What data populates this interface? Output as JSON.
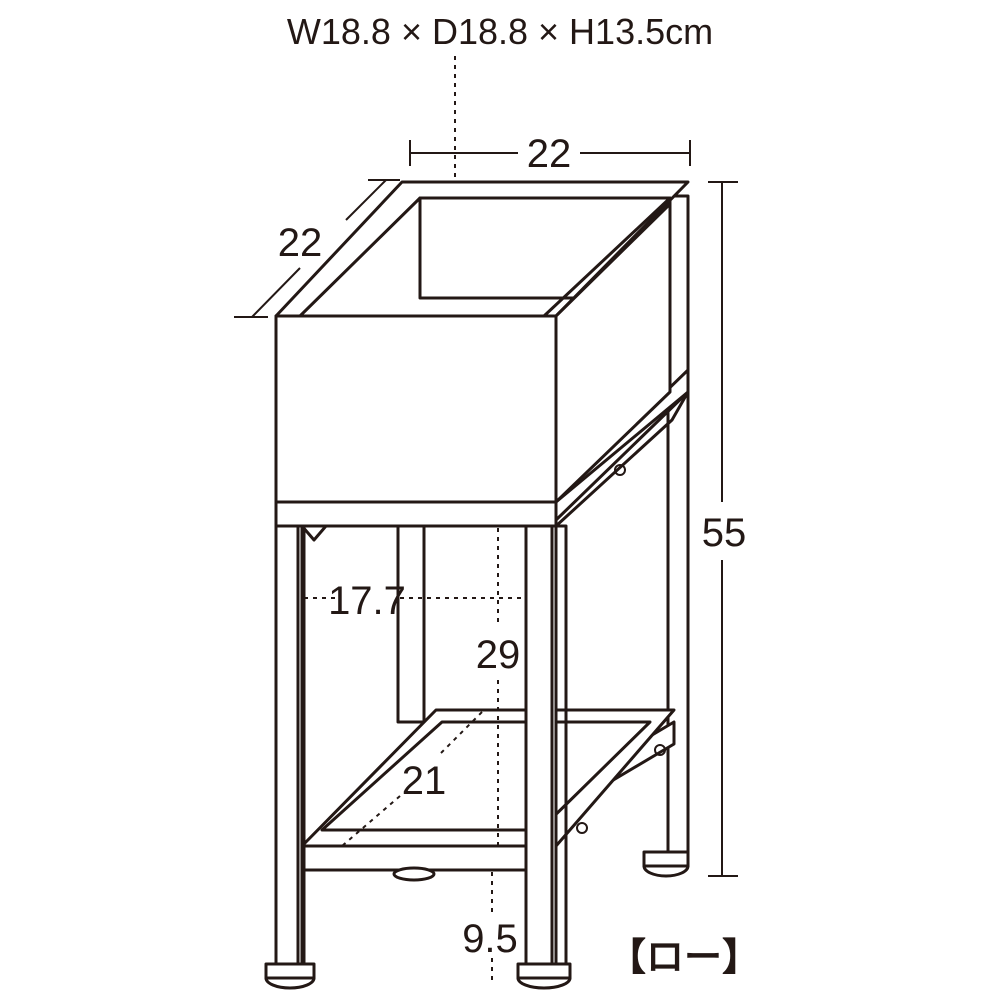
{
  "product": {
    "planter_size": "W18.8 × D18.8 × H13.5cm",
    "variant_label": "【ロー】"
  },
  "dimensions": {
    "top_width": "22",
    "top_depth": "22",
    "total_height": "55",
    "inner_width": "17.7",
    "leg_height_to_box": "29",
    "shelf_depth": "21",
    "shelf_clearance": "9.5"
  },
  "colors": {
    "line": "#231815",
    "background": "#ffffff"
  }
}
